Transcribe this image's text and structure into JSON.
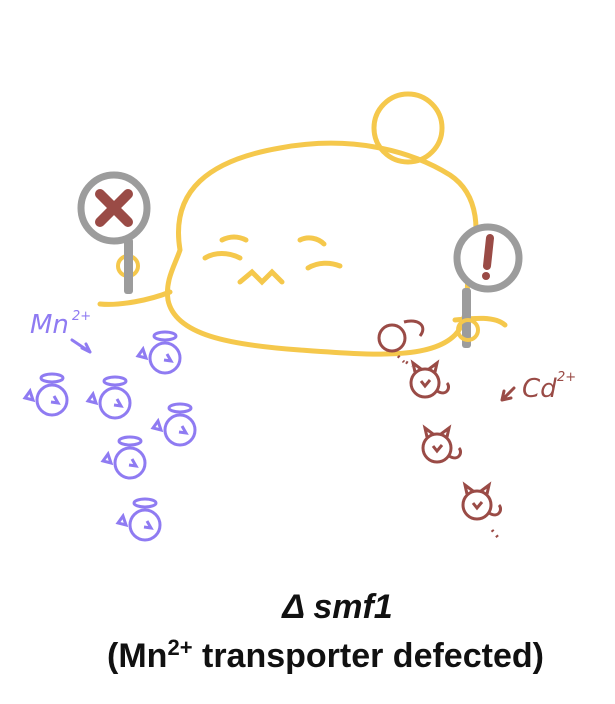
{
  "caption": {
    "delta": "Δ",
    "gene": "smf1",
    "open_paren": "(Mn",
    "charge": "2+",
    "rest": " transporter defected)"
  },
  "labels": {
    "mn": "Mn",
    "mn_charge": "2+",
    "cd": "Cd",
    "cd_charge": "2+"
  },
  "signs": {
    "left_symbol": "✕",
    "right_symbol": "!"
  },
  "colors": {
    "cell_outline": "#F5C84C",
    "manganese": "#8F7BF2",
    "cadmium": "#9A4B46",
    "sign_rim": "#9C9C9C",
    "cross": "#9A4B46"
  },
  "icons": {
    "cell": "yeast-cell-icon",
    "no_sign": "no-sign-icon",
    "alert_sign": "exclamation-sign-icon",
    "angel_ion": "angel-ion-icon",
    "devil_ion": "devil-ion-icon"
  }
}
